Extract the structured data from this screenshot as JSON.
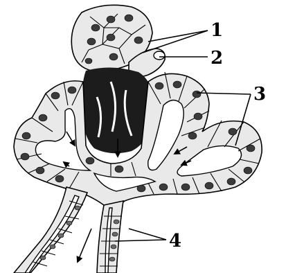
{
  "labels": [
    "1",
    "2",
    "3",
    "4"
  ]
}
